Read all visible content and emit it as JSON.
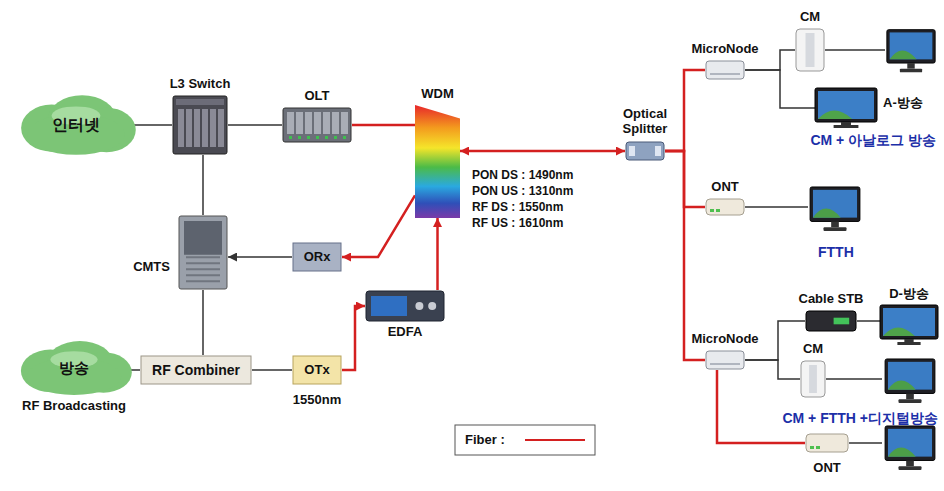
{
  "diagram": {
    "nodes": [
      {
        "text": [
          "인터넷"
        ]
      },
      {
        "text": [
          "L3 Switch"
        ]
      },
      {
        "text": [
          "OLT"
        ]
      },
      {
        "text": [
          "WDM"
        ]
      },
      {
        "text": [
          "Optical Splitter"
        ]
      },
      {
        "text": [
          "MicroNode"
        ]
      },
      {
        "text": [
          "CM"
        ]
      },
      {
        "text": [
          "A-방송"
        ]
      },
      {
        "text": [
          "ONT"
        ]
      },
      {
        "text": [
          "CMTS"
        ]
      },
      {
        "text": [
          "ORx"
        ]
      },
      {
        "text": [
          "EDFA"
        ]
      },
      {
        "text": [
          "MicroNode"
        ]
      },
      {
        "text": [
          "Cable STB"
        ]
      },
      {
        "text": [
          "D-방송"
        ]
      },
      {
        "text": [
          "CM"
        ]
      },
      {
        "text": [
          "방송",
          "RF Broadcasting"
        ]
      },
      {
        "text": [
          "RF Combiner"
        ]
      },
      {
        "text": [
          "OTx"
        ]
      },
      {
        "text": [
          "ONT"
        ]
      }
    ],
    "edges": [
      {
        "from": 0,
        "to": 1,
        "arrow": "none"
      },
      {
        "from": 1,
        "to": 2,
        "arrow": "none"
      },
      {
        "from": 2,
        "to": 3,
        "arrow": "none"
      },
      {
        "from": 1,
        "to": 9,
        "arrow": "none"
      },
      {
        "from": 3,
        "to": 4,
        "arrow": "both"
      },
      {
        "from": 3,
        "to": 10,
        "arrow": "to"
      },
      {
        "from": 10,
        "to": 9,
        "arrow": "to"
      },
      {
        "from": 11,
        "to": 3,
        "arrow": "to"
      },
      {
        "from": 18,
        "to": 11,
        "arrow": "to"
      },
      {
        "from": 9,
        "to": 17,
        "arrow": "none"
      },
      {
        "from": 16,
        "to": 17,
        "arrow": "none"
      },
      {
        "from": 17,
        "to": 18,
        "arrow": "none"
      },
      {
        "from": 4,
        "to": 5,
        "arrow": "none"
      },
      {
        "from": 4,
        "to": 8,
        "arrow": "none"
      },
      {
        "from": 4,
        "to": 12,
        "arrow": "none"
      },
      {
        "from": 5,
        "to": 6,
        "arrow": "none"
      },
      {
        "from": 5,
        "to": 7,
        "arrow": "none"
      },
      {
        "from": 12,
        "to": 13,
        "arrow": "none"
      },
      {
        "from": 12,
        "to": 15,
        "arrow": "none"
      },
      {
        "from": 12,
        "to": 19,
        "arrow": "none"
      },
      {
        "from": 13,
        "to": 14,
        "arrow": "none"
      }
    ],
    "labels": [
      "PON DS : 1490nm",
      "PON US : 1310nm",
      "RF DS : 1550nm",
      "RF US : 1610nm",
      "1550nm",
      "CM + 아날로그 방송",
      "FTTH",
      "CM + FTTH +디지털방송"
    ],
    "legend": [
      {
        "text": "Fiber :"
      }
    ]
  }
}
